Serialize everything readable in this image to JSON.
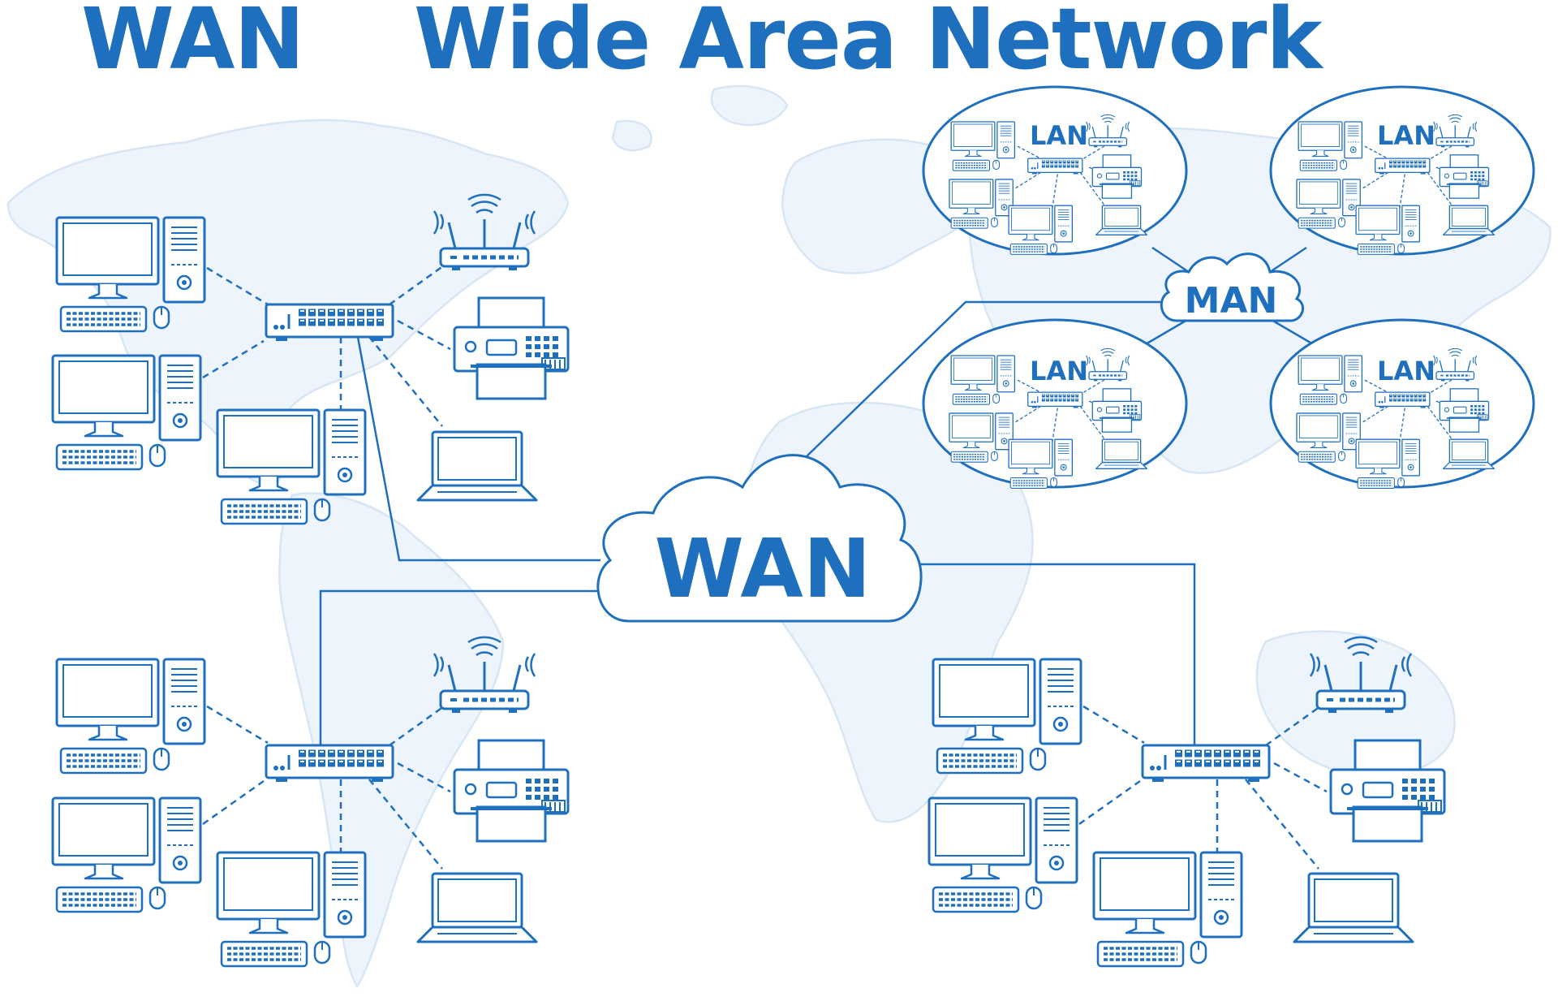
{
  "header": {
    "acronym": "WAN",
    "title": "Wide Area Network"
  },
  "clouds": {
    "wan_label": "WAN",
    "man_label": "MAN"
  },
  "lan_cells": [
    {
      "label": "LAN"
    },
    {
      "label": "LAN"
    },
    {
      "label": "LAN"
    },
    {
      "label": "LAN"
    }
  ],
  "colors": {
    "primary": "#1f6fbf",
    "map_background": "#d7e6f5",
    "background": "#ffffff"
  },
  "icons": [
    "desktop-computer-icon",
    "network-switch-icon",
    "wifi-router-icon",
    "printer-icon",
    "laptop-icon",
    "world-map-icon",
    "cloud-icon"
  ]
}
